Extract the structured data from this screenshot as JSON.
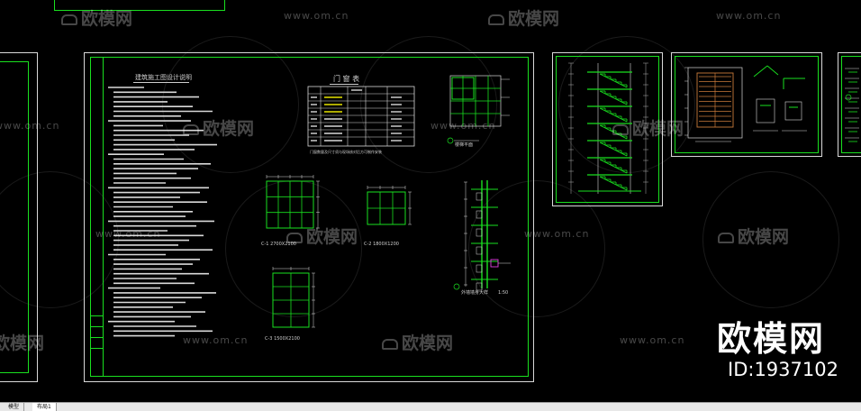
{
  "drawing": {
    "notes_title": "建筑施工图设计说明",
    "door_table_title": "门 窗 表",
    "door_table_note": "门窗数量及尺寸须与现场核对后方可制作安装",
    "window_labels": [
      "C-1  2700X2100",
      "C-2  1800X1200",
      "C-3  1500X2100"
    ],
    "stair_label": "楼梯平面",
    "section_label": "外墙墙身大样",
    "section_scale": "1:50"
  },
  "watermarks": {
    "site": "www.om.cn",
    "brand": "欧模网"
  },
  "brand_block": {
    "name": "欧模网",
    "id": "ID:1937102"
  },
  "tabs": [
    {
      "label": "模型"
    },
    {
      "label": "布局1"
    }
  ],
  "colors": {
    "background": "#000000",
    "line_green": "#19e01f",
    "line_white": "#d9d9d9",
    "line_yellow": "#e6e200",
    "tabbar": "#e8e8e8"
  }
}
